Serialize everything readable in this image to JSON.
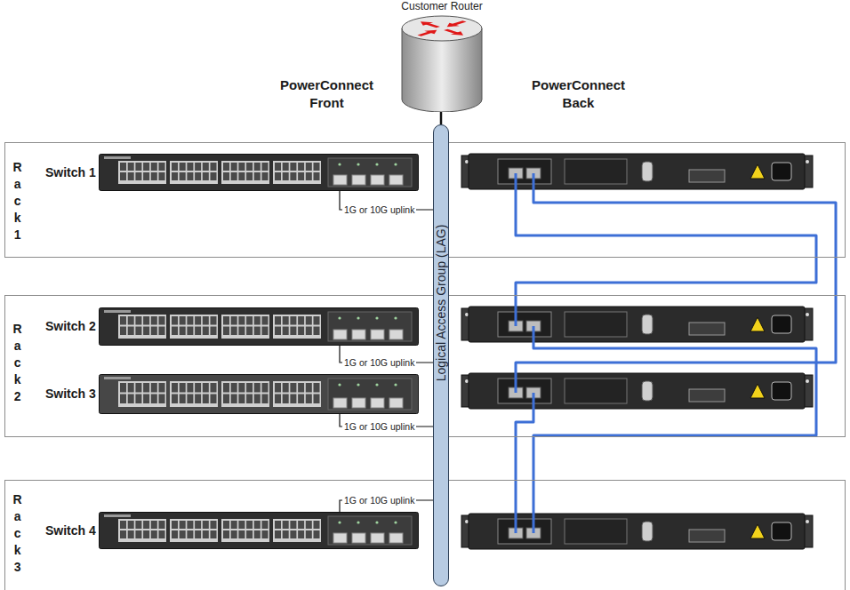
{
  "diagram": {
    "nodes": [
      {
        "text": [
          "Customer Router"
        ]
      },
      {
        "text": [
          "R a c k 1"
        ]
      },
      {
        "text": [
          "Switch 1"
        ],
        "in": 1
      },
      {
        "text": [
          "R a c k 2"
        ]
      },
      {
        "text": [
          "Switch 2"
        ],
        "in": 3
      },
      {
        "text": [
          "Switch 3"
        ],
        "in": 3
      },
      {
        "text": [
          "R a c k 3"
        ]
      },
      {
        "text": [
          "Switch 4"
        ],
        "in": 6
      },
      {
        "text": [
          "Logical Access Group (LAG)"
        ]
      }
    ],
    "edges": [
      {
        "from": 2,
        "to": 8,
        "label": "1G or 10G uplink",
        "arrow": "none"
      },
      {
        "from": 4,
        "to": 8,
        "label": "1G or 10G uplink",
        "arrow": "none"
      },
      {
        "from": 5,
        "to": 8,
        "label": "1G or 10G uplink",
        "arrow": "none"
      },
      {
        "from": 7,
        "to": 8,
        "label": "1G or 10G uplink",
        "arrow": "none"
      },
      {
        "from": 8,
        "to": 0,
        "arrow": "none"
      }
    ],
    "labels": [
      "PowerConnect Front",
      "PowerConnect Back"
    ]
  }
}
